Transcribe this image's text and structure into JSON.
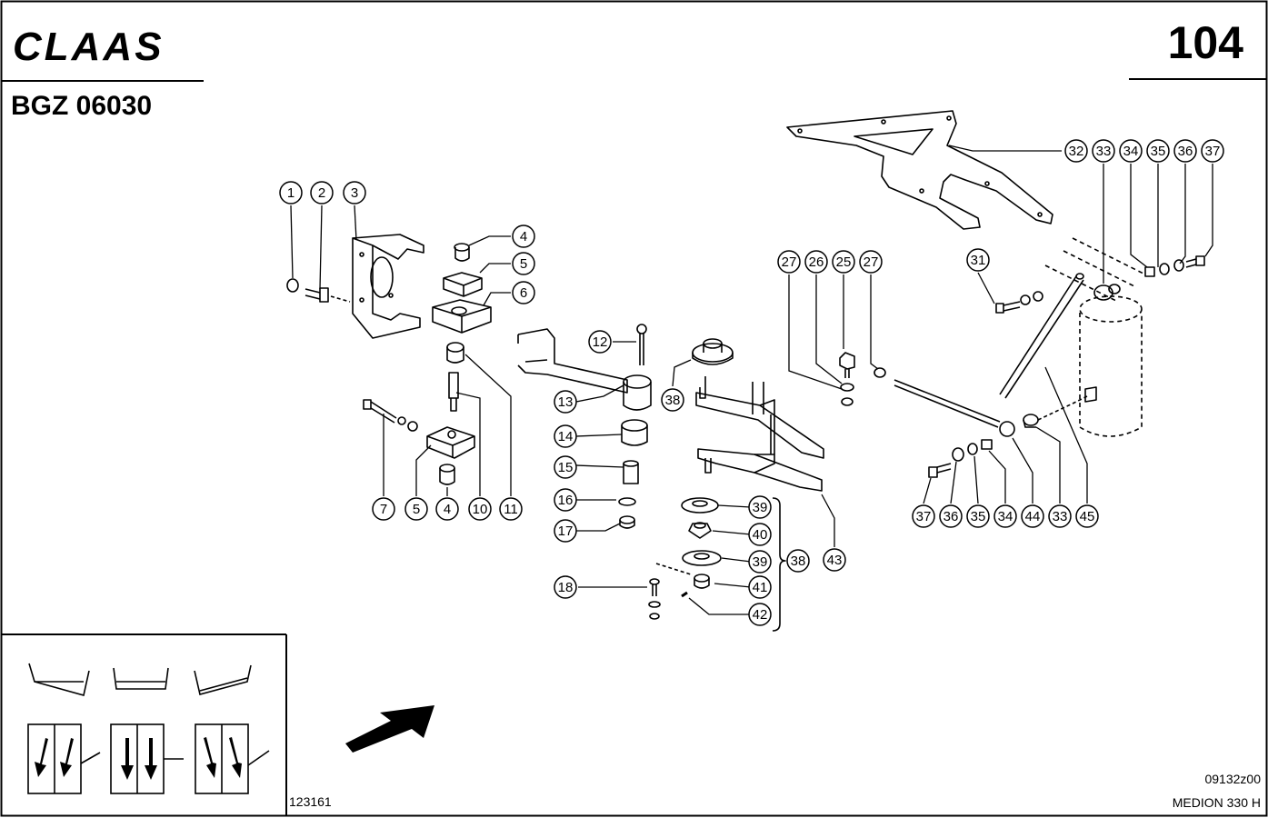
{
  "brand": {
    "logo_text": "CLAAS"
  },
  "page_number": "104",
  "diagram_id": "BGZ 06030",
  "footer": {
    "left_code": "123161",
    "drawing_code": "09132z00",
    "model": "MEDION 330 H"
  },
  "callouts": [
    {
      "label": "1"
    },
    {
      "label": "2"
    },
    {
      "label": "3"
    },
    {
      "label": "4"
    },
    {
      "label": "5"
    },
    {
      "label": "6"
    },
    {
      "label": "7"
    },
    {
      "label": "5"
    },
    {
      "label": "4"
    },
    {
      "label": "10"
    },
    {
      "label": "11"
    },
    {
      "label": "12"
    },
    {
      "label": "13"
    },
    {
      "label": "14"
    },
    {
      "label": "15"
    },
    {
      "label": "16"
    },
    {
      "label": "17"
    },
    {
      "label": "18"
    },
    {
      "label": "38"
    },
    {
      "label": "39"
    },
    {
      "label": "40"
    },
    {
      "label": "39"
    },
    {
      "label": "38"
    },
    {
      "label": "41"
    },
    {
      "label": "42"
    },
    {
      "label": "43"
    },
    {
      "label": "27"
    },
    {
      "label": "26"
    },
    {
      "label": "25"
    },
    {
      "label": "27"
    },
    {
      "label": "31"
    },
    {
      "label": "32"
    },
    {
      "label": "33"
    },
    {
      "label": "34"
    },
    {
      "label": "35"
    },
    {
      "label": "36"
    },
    {
      "label": "37"
    },
    {
      "label": "37"
    },
    {
      "label": "36"
    },
    {
      "label": "35"
    },
    {
      "label": "34"
    },
    {
      "label": "44"
    },
    {
      "label": "33"
    },
    {
      "label": "45"
    }
  ]
}
